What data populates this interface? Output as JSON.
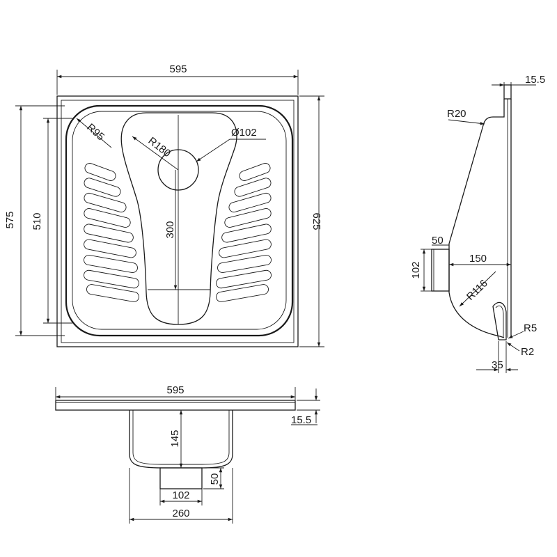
{
  "top_view": {
    "width_outer": "595",
    "height_inner": "575",
    "height_tray": "510",
    "height_outer": "625",
    "corner_radius": "R95",
    "bowl_radius": "R180",
    "drain_diameter": "Ø102",
    "bowl_length": "300"
  },
  "side_view": {
    "flange": "15.5",
    "top_radius": "R20",
    "outlet_height": "50",
    "outlet_diameter": "102",
    "depth": "150",
    "bottom_radius": "R116",
    "lip_radius": "R5",
    "lip_small_radius": "R2",
    "lip_width": "35"
  },
  "front_view": {
    "width_outer": "595",
    "flange": "15.5",
    "bowl_depth": "145",
    "outlet_height": "50",
    "outlet_width": "102",
    "bowl_width": "260"
  }
}
